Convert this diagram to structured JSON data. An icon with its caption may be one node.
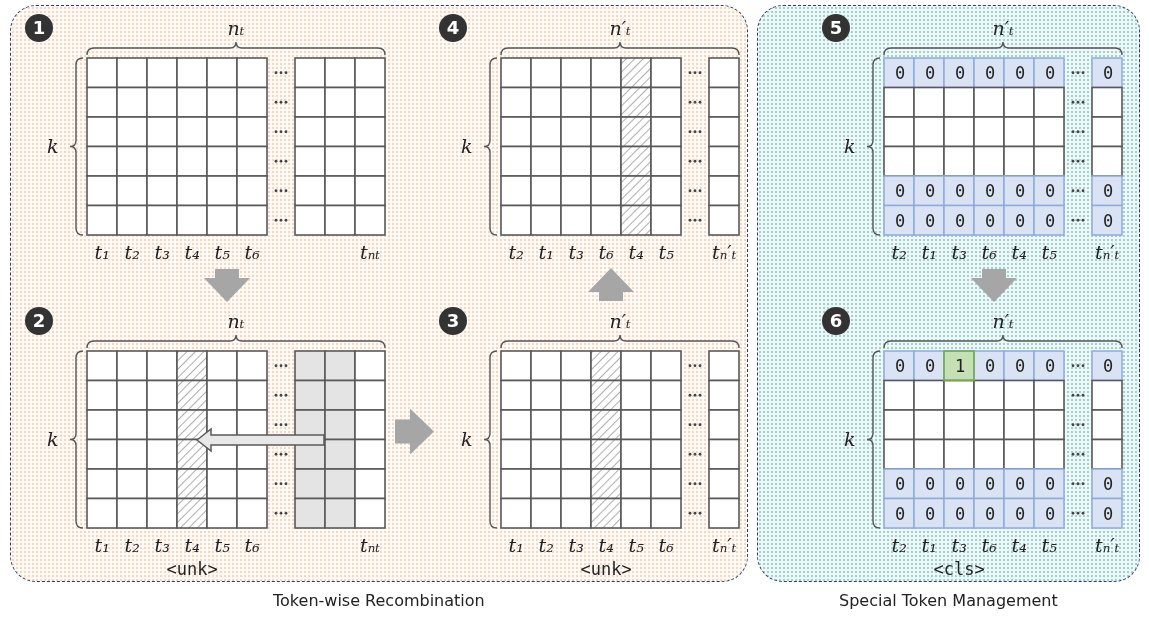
{
  "diagram": {
    "nodes": [
      {
        "text": [
          "Token-wise Recombination"
        ]
      },
      {
        "text": [
          "Special Token Management"
        ]
      },
      {
        "text": [
          "1",
          "nₜ",
          "k",
          "t₁",
          "t₂",
          "t₃",
          "t₄",
          "t₅",
          "t₆",
          "tₙₜ"
        ],
        "in": 0
      },
      {
        "text": [
          "2",
          "nₜ",
          "k",
          "t₁",
          "t₂",
          "t₃",
          "t₄",
          "t₅",
          "t₆",
          "tₙₜ",
          "<unk>"
        ],
        "in": 0
      },
      {
        "text": [
          "3",
          "n′ₜ",
          "k",
          "t₁",
          "t₂",
          "t₃",
          "t₄",
          "t₅",
          "t₆",
          "tₙ′ₜ",
          "<unk>"
        ],
        "in": 0
      },
      {
        "text": [
          "4",
          "n′ₜ",
          "k",
          "t₂",
          "t₁",
          "t₃",
          "t₆",
          "t₄",
          "t₅",
          "tₙ′ₜ"
        ],
        "in": 0
      },
      {
        "text": [
          "5",
          "n′ₜ",
          "k",
          "t₂",
          "t₁",
          "t₃",
          "t₆",
          "t₄",
          "t₅",
          "tₙ′ₜ",
          "0",
          "0",
          "0",
          "0",
          "0",
          "0",
          "0",
          "0",
          "0",
          "0",
          "0",
          "0",
          "0",
          "0",
          "0",
          "0",
          "0",
          "0",
          "0",
          "0",
          "0"
        ],
        "in": 1
      },
      {
        "text": [
          "6",
          "n′ₜ",
          "k",
          "t₂",
          "t₁",
          "t₃",
          "t₆",
          "t₄",
          "t₅",
          "tₙ′ₜ",
          "<cls>",
          "0",
          "0",
          "1",
          "0",
          "0",
          "0",
          "0",
          "0",
          "0",
          "0",
          "0",
          "0",
          "0",
          "0",
          "0",
          "0",
          "0",
          "0",
          "0",
          "0",
          "0"
        ],
        "in": 1
      }
    ],
    "edges": [
      {
        "from": 2,
        "to": 3,
        "arrow": "to"
      },
      {
        "from": 3,
        "to": 4,
        "arrow": "to"
      },
      {
        "from": 4,
        "to": 5,
        "arrow": "to"
      },
      {
        "from": 6,
        "to": 7,
        "arrow": "to"
      }
    ]
  }
}
